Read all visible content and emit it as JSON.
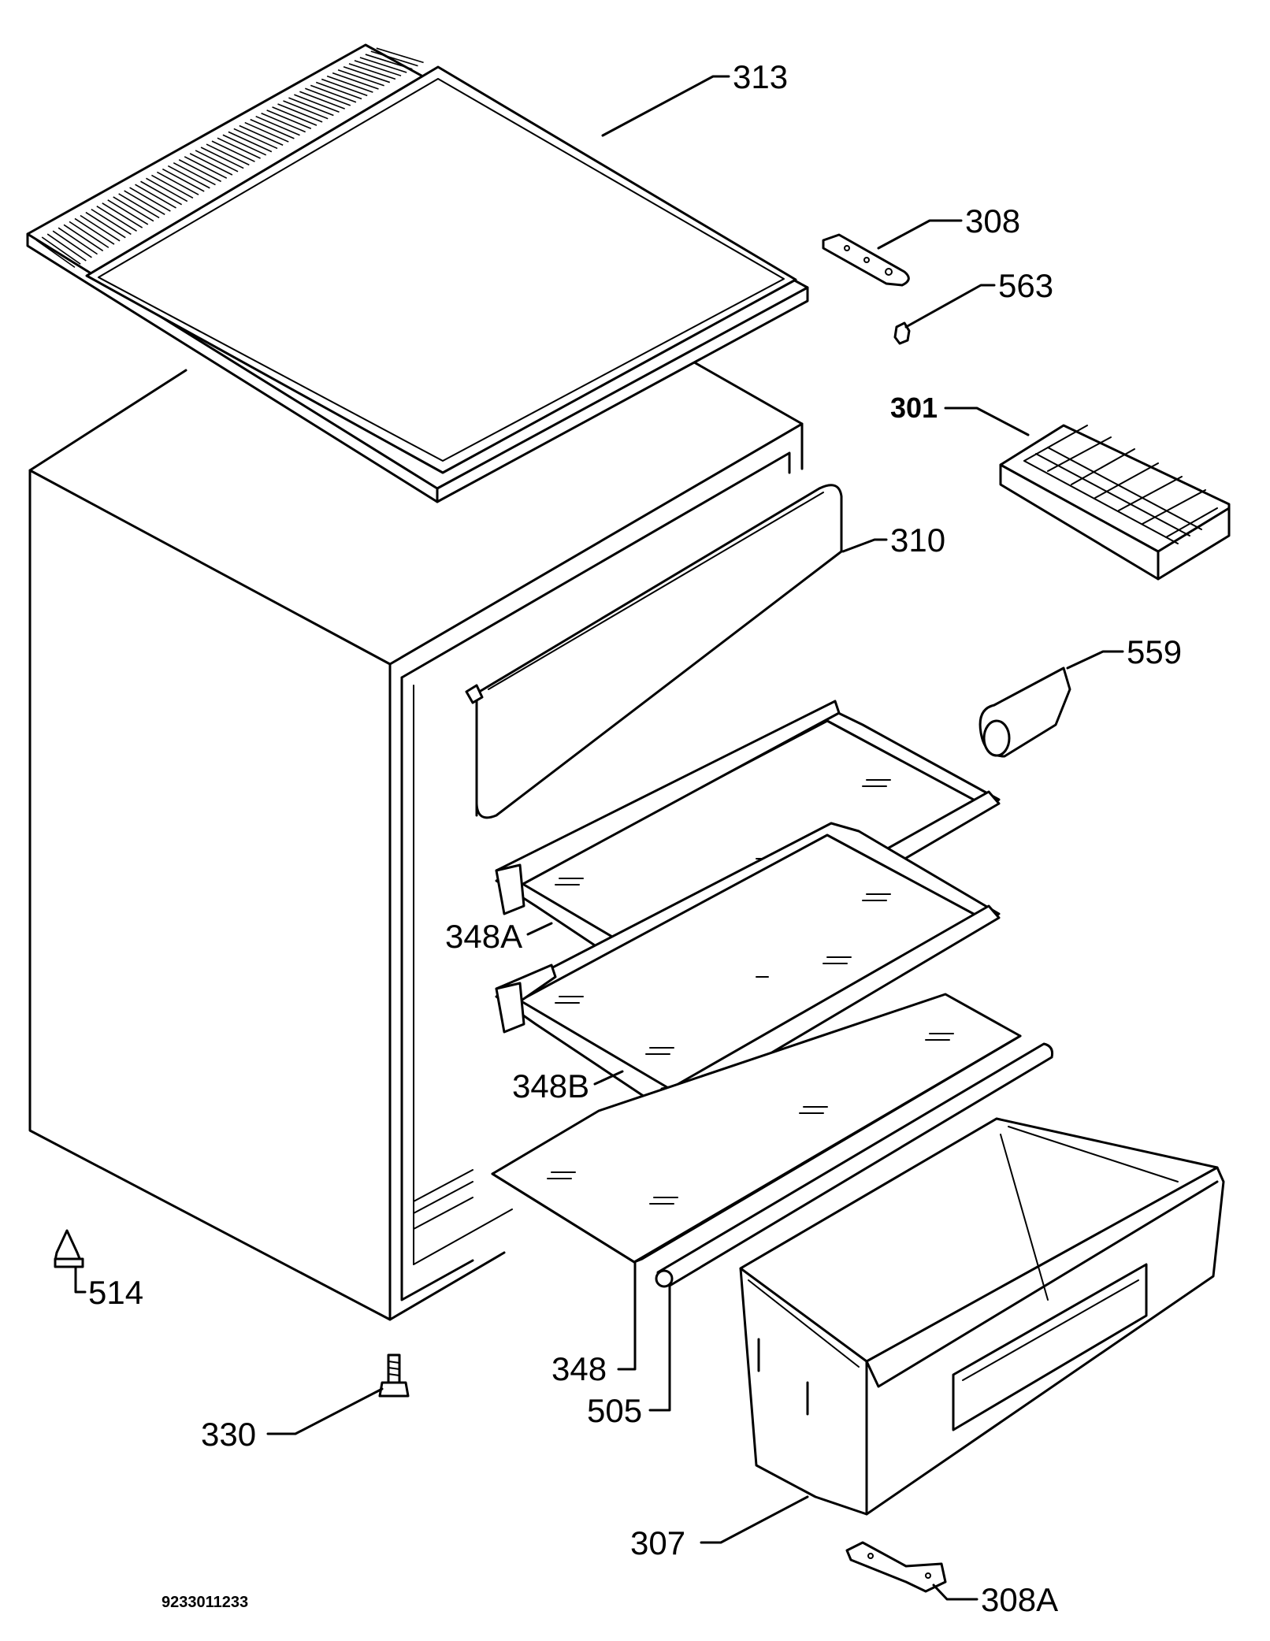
{
  "diagram": {
    "doc_number": "9233011233",
    "callouts": {
      "p313": "313",
      "p308": "308",
      "p563": "563",
      "p301": "301",
      "p310": "310",
      "p559": "559",
      "p348a": "348A",
      "p348b": "348B",
      "p514": "514",
      "p348": "348",
      "p505": "505",
      "p330": "330",
      "p307": "307",
      "p308a": "308A"
    }
  }
}
